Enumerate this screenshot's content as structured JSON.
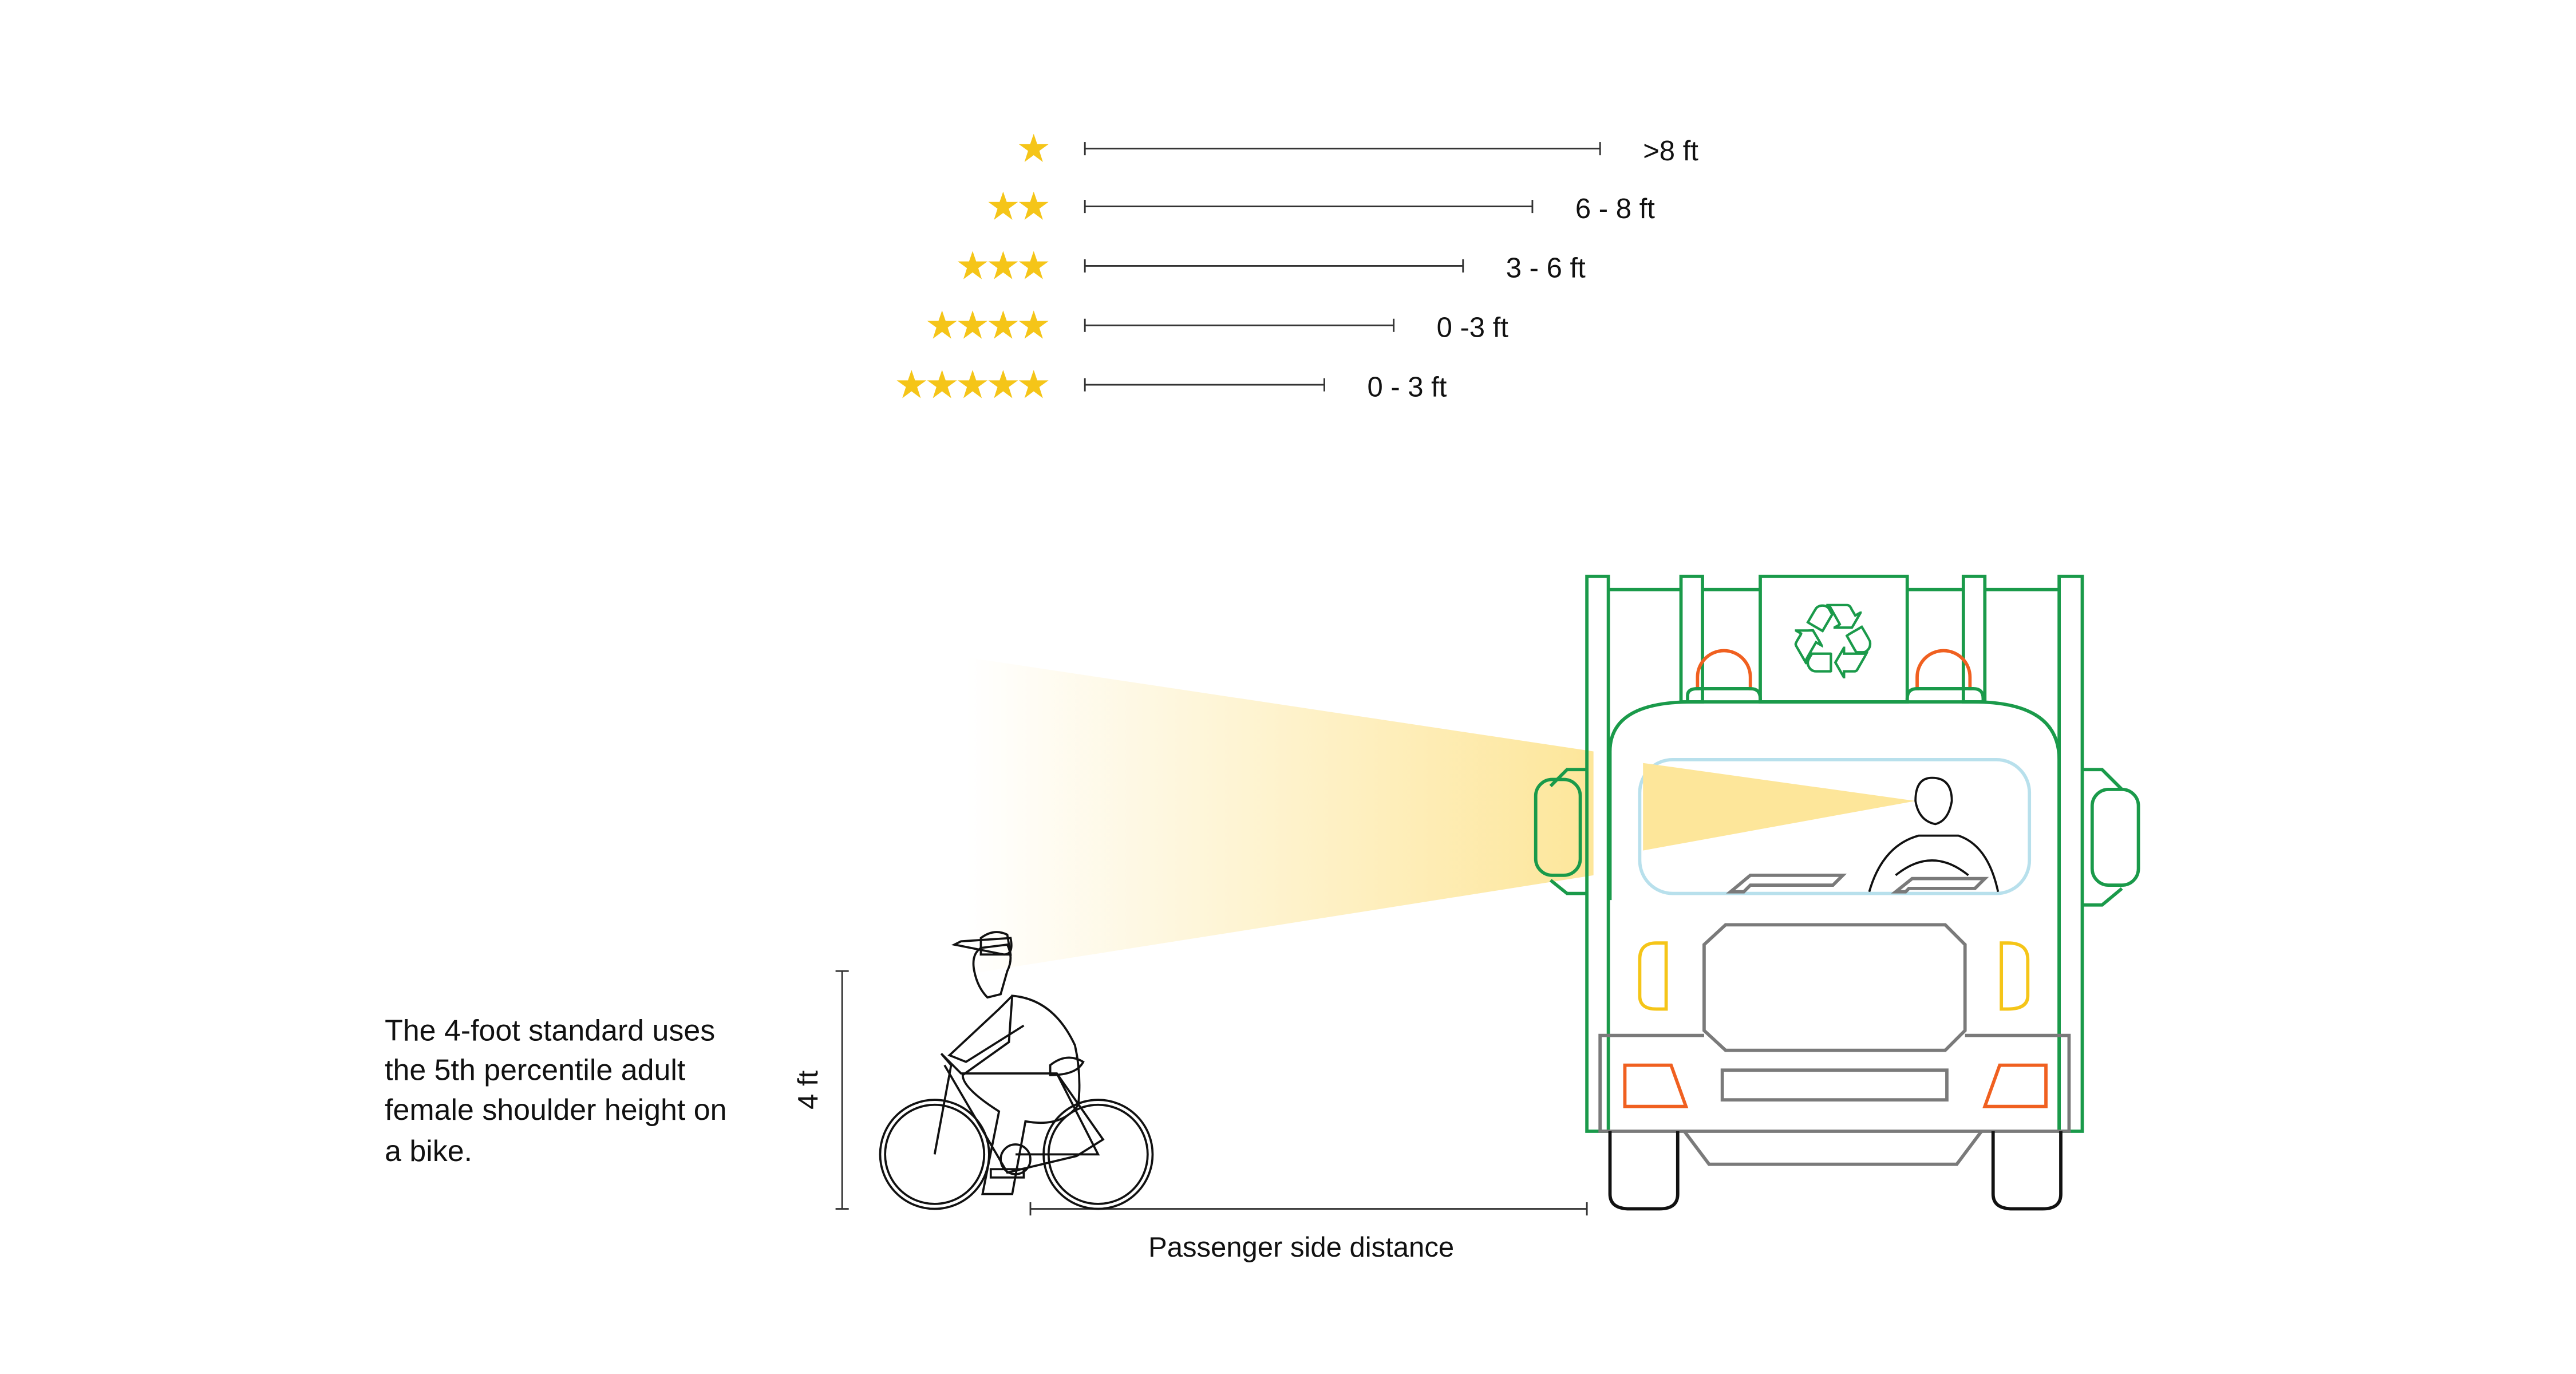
{
  "ratings": [
    {
      "stars": 1,
      "label": ">8 ft"
    },
    {
      "stars": 2,
      "label": "6 - 8 ft"
    },
    {
      "stars": 3,
      "label": "3 - 6 ft"
    },
    {
      "stars": 4,
      "label": "0 -3 ft"
    },
    {
      "stars": 5,
      "label": "0 - 3 ft"
    }
  ],
  "note_lines": [
    "The 4-foot standard uses",
    "the 5th percentile adult",
    "female shoulder height on",
    "a bike."
  ],
  "height_label": "4 ft",
  "distance_label": "Passenger side distance",
  "colors": {
    "star": "#f5c518",
    "truck": "#1a9a4a",
    "beam": "#fde69a",
    "lamp": "#f06020",
    "windshield": "#b8e0ec"
  }
}
